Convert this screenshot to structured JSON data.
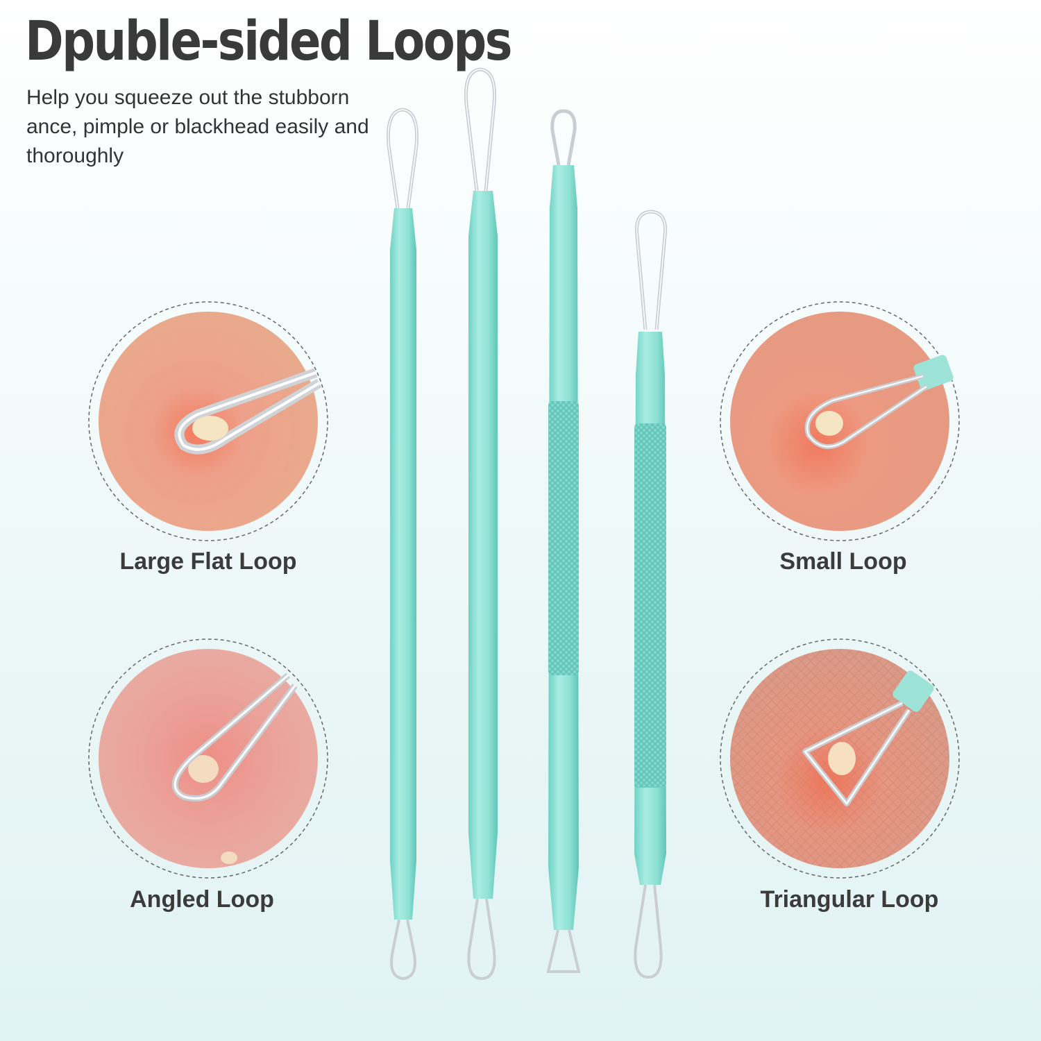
{
  "header": {
    "title": "Dpuble-sided Loops",
    "subtitle": "Help you squeeze out the stubborn ance, pimple or blackhead easily and thoroughly"
  },
  "features": [
    {
      "label": "Large Flat Loop",
      "loop_icon": "large-flat-loop-icon"
    },
    {
      "label": "Small Loop",
      "loop_icon": "small-loop-icon"
    },
    {
      "label": "Angled Loop",
      "loop_icon": "angled-loop-icon"
    },
    {
      "label": "Triangular Loop",
      "loop_icon": "triangular-loop-icon"
    }
  ],
  "colors": {
    "tool_teal": "#8fe1d4",
    "tool_teal_dark": "#5fc6b8",
    "skin": "#e7a48a",
    "inflammation": "#f07a5e",
    "pus": "#f6e5c2",
    "steel": "#d9dde0",
    "heading": "#3a3a3a"
  }
}
